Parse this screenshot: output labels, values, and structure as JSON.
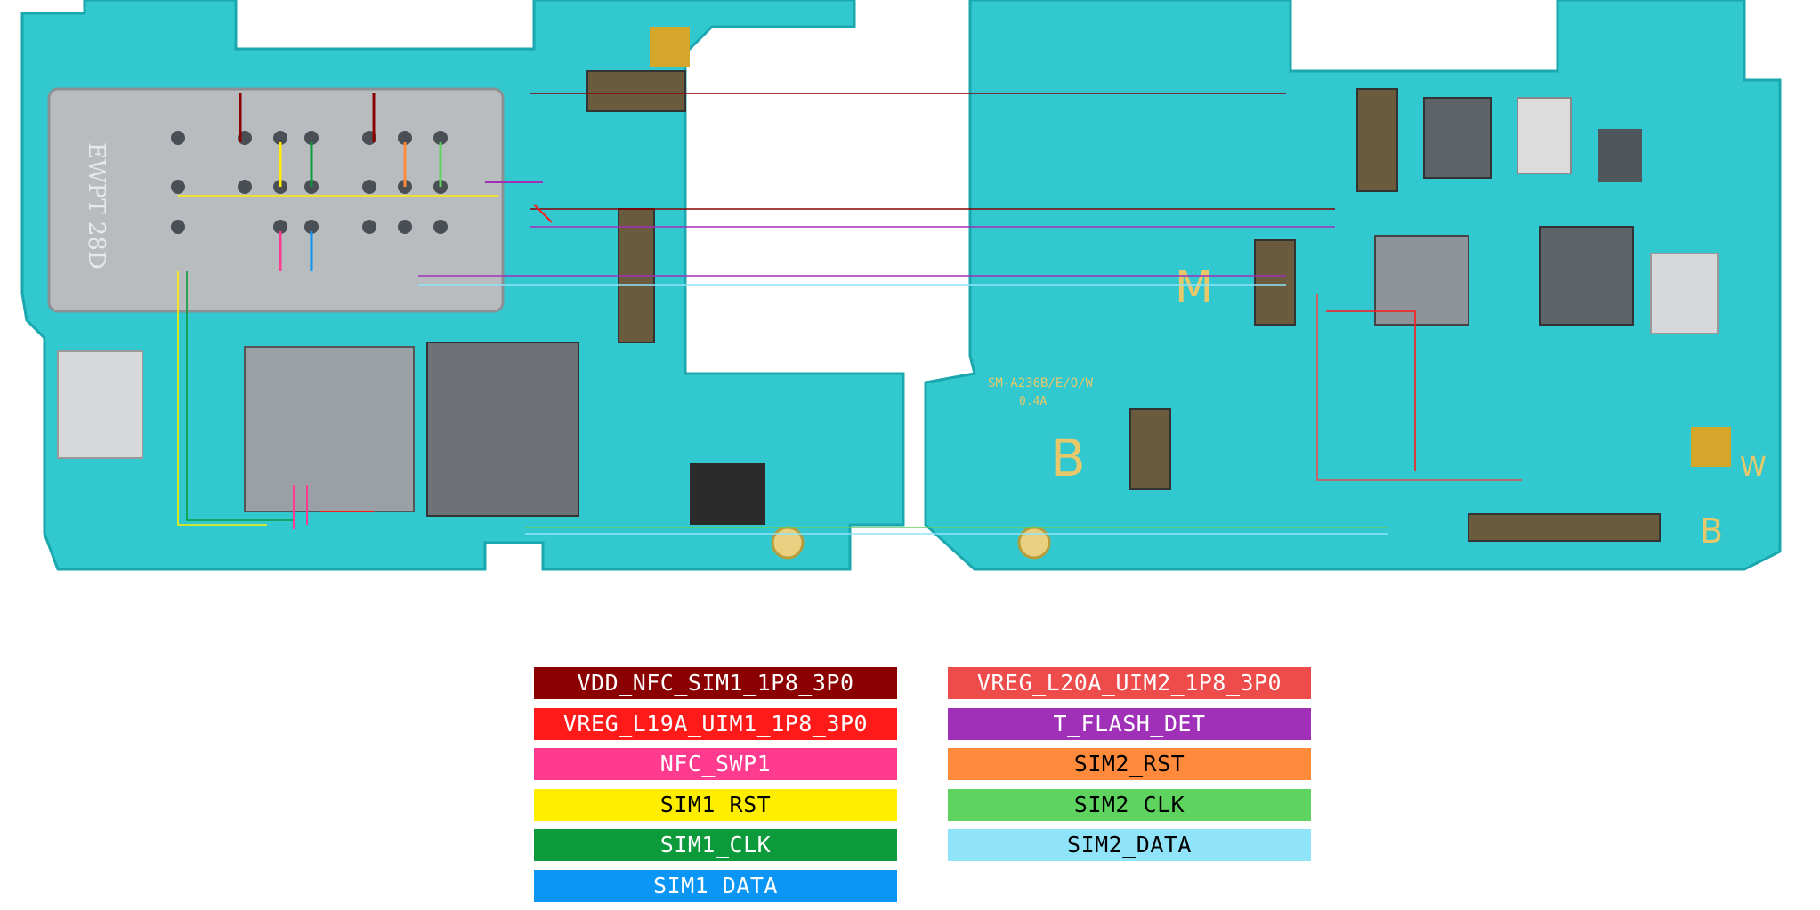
{
  "board": {
    "model_label": "SM-A236B/E/O/W",
    "revision_label": "0.4A",
    "sim_tray_label": "EWPT 28D",
    "zone_labels": [
      "M",
      "B",
      "B",
      "W"
    ],
    "colors": {
      "pcb": "#31c9cf",
      "pcb_edge": "#1aa7ad",
      "tray": "#b9bcbf"
    },
    "signals": [
      {
        "name": "VDD_NFC_SIM1_1P8_3P0",
        "color": "#8b0000",
        "text_color": "#ffffff"
      },
      {
        "name": "VREG_L19A_UIM1_1P8_3P0",
        "color": "#ff1a1a",
        "text_color": "#ffffff"
      },
      {
        "name": "NFC_SWP1",
        "color": "#ff3b8f",
        "text_color": "#ffffff"
      },
      {
        "name": "SIM1_RST",
        "color": "#ffee00",
        "text_color": "#000000"
      },
      {
        "name": "SIM1_CLK",
        "color": "#0c9a3a",
        "text_color": "#ffffff"
      },
      {
        "name": "SIM1_DATA",
        "color": "#0b96f5",
        "text_color": "#ffffff"
      },
      {
        "name": "VREG_L20A_UIM2_1P8_3P0",
        "color": "#ee4b4b",
        "text_color": "#ffffff"
      },
      {
        "name": "T_FLASH_DET",
        "color": "#a030b8",
        "text_color": "#ffffff"
      },
      {
        "name": "SIM2_RST",
        "color": "#ff8a3c",
        "text_color": "#000000"
      },
      {
        "name": "SIM2_CLK",
        "color": "#5fd35f",
        "text_color": "#000000"
      },
      {
        "name": "SIM2_DATA",
        "color": "#8fe4fa",
        "text_color": "#000000"
      }
    ]
  }
}
